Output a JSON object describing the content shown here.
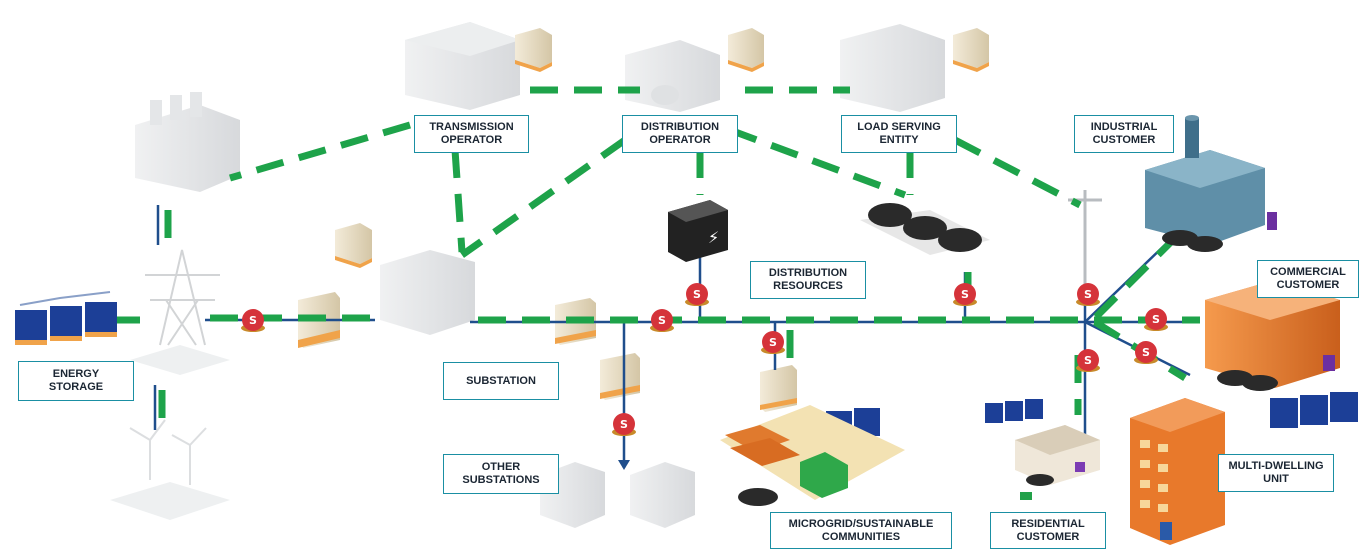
{
  "colors": {
    "link": "#1ea34a",
    "power": "#1f4e8c",
    "label_border": "#1a8fa3",
    "switch": "#d5333a",
    "faded": "#dfe1e3",
    "orange": "#e8792b"
  },
  "labels": {
    "transmission_operator": [
      "TRANSMISSION",
      "OPERATOR"
    ],
    "distribution_operator": [
      "DISTRIBUTION",
      "OPERATOR"
    ],
    "load_serving_entity": [
      "LOAD SERVING",
      "ENTITY"
    ],
    "industrial_customer": [
      "INDUSTRIAL",
      "CUSTOMER"
    ],
    "commercial_customer": [
      "COMMERCIAL",
      "CUSTOMER"
    ],
    "distribution_resources": [
      "DISTRIBUTION",
      "RESOURCES"
    ],
    "energy_storage": [
      "ENERGY",
      "STORAGE"
    ],
    "substation": [
      "SUBSTATION"
    ],
    "other_substations": [
      "OTHER",
      "SUBSTATIONS"
    ],
    "microgrid": [
      "MICROGRID/SUSTAINABLE",
      "COMMUNITIES"
    ],
    "residential_customer": [
      "RESIDENTIAL",
      "CUSTOMER"
    ],
    "multi_dwelling_unit": [
      "MULTI-DWELLING",
      "UNIT"
    ]
  },
  "switch_symbol": "S",
  "icons": {
    "bolt": "⚡"
  }
}
